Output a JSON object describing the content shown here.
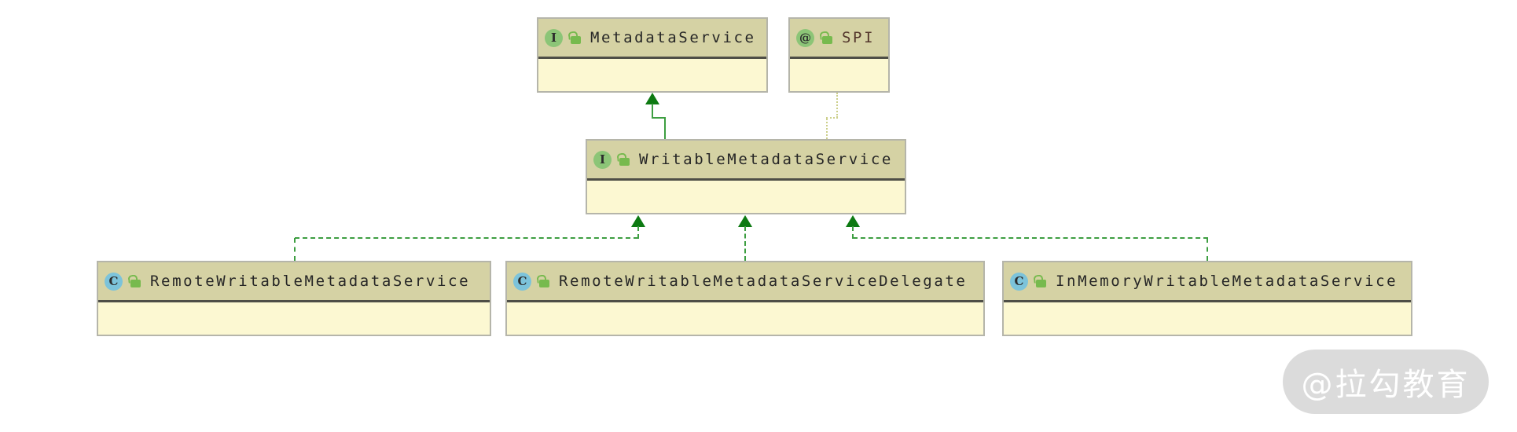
{
  "diagram": {
    "nodes": [
      {
        "id": "metadata-service",
        "kind": "interface",
        "icon": "I",
        "lock": "public-unlocked",
        "label": "MetadataService"
      },
      {
        "id": "spi",
        "kind": "annotation",
        "icon": "@",
        "lock": "public-unlocked",
        "label": "SPI"
      },
      {
        "id": "writable-metadata-service",
        "kind": "interface",
        "icon": "I",
        "lock": "public-unlocked",
        "label": "WritableMetadataService"
      },
      {
        "id": "remote-writable-metadata-service",
        "kind": "class",
        "icon": "C",
        "lock": "public-unlocked",
        "label": "RemoteWritableMetadataService"
      },
      {
        "id": "remote-writable-metadata-service-delegate",
        "kind": "class",
        "icon": "C",
        "lock": "public-unlocked",
        "label": "RemoteWritableMetadataServiceDelegate"
      },
      {
        "id": "in-memory-writable-metadata-service",
        "kind": "class",
        "icon": "C",
        "lock": "public-unlocked",
        "label": "InMemoryWritableMetadataService"
      }
    ],
    "edges": [
      {
        "from": "WritableMetadataService",
        "to": "MetadataService",
        "type": "extends",
        "style": "solid-green-arrow"
      },
      {
        "from": "WritableMetadataService",
        "to": "SPI",
        "type": "annotated-by",
        "style": "dotted-olive"
      },
      {
        "from": "RemoteWritableMetadataService",
        "to": "WritableMetadataService",
        "type": "implements",
        "style": "dashed-green-arrow"
      },
      {
        "from": "RemoteWritableMetadataServiceDelegate",
        "to": "WritableMetadataService",
        "type": "implements",
        "style": "dashed-green-arrow"
      },
      {
        "from": "InMemoryWritableMetadataService",
        "to": "WritableMetadataService",
        "type": "implements",
        "style": "dashed-green-arrow"
      }
    ],
    "colors": {
      "node_header_bg": "#d5d2a4",
      "node_body_bg": "#fcf8d2",
      "node_border": "#b5b5aa",
      "header_separator": "#4e4e46",
      "interface_icon_bg": "#8cc577",
      "annotation_icon_bg": "#8cc577",
      "class_icon_bg": "#7cc3da",
      "lock_icon": "#77ba4e",
      "edge_green": "#3d9e41",
      "edge_arrowhead": "#0d7a12",
      "edge_dotted": "#cdd08c",
      "label_text": "#262626",
      "annotation_text": "#53362c",
      "watermark_bg": "#dbdbdb",
      "watermark_text_color": "#ffffff",
      "page_bg": "#ffffff"
    }
  },
  "watermark": {
    "text": "@拉勾教育"
  }
}
